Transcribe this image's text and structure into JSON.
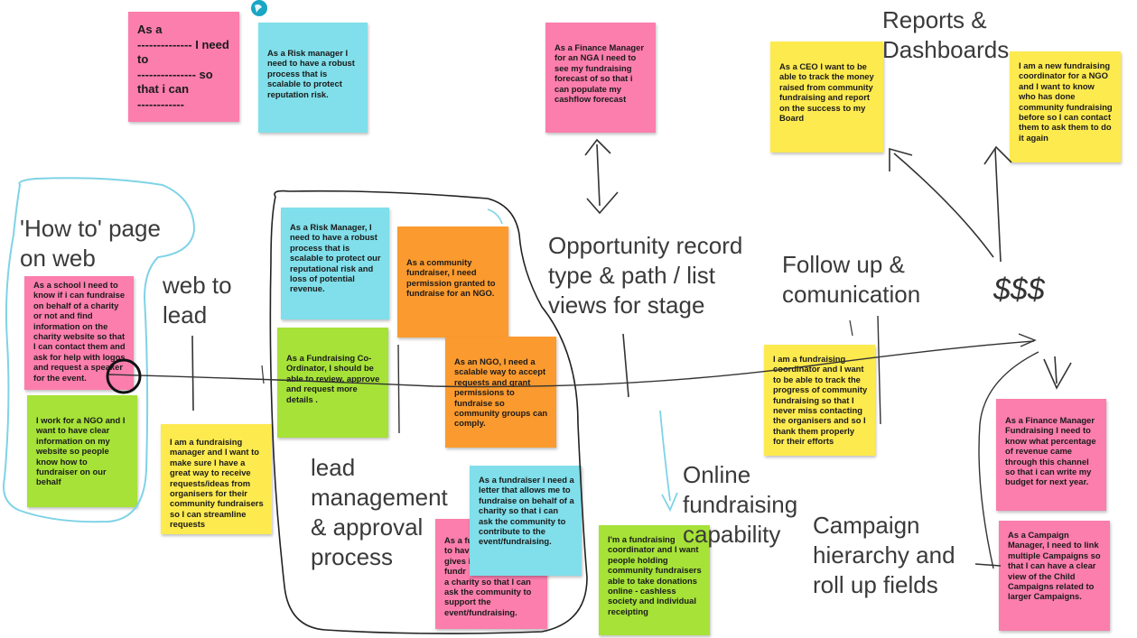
{
  "board": {
    "notes": [
      {
        "id": "template",
        "text": "As a\n-------------- I need to\n--------------- so that i can\n------------"
      },
      {
        "id": "risk-manager-top",
        "text": "As a Risk manager I need to have a robust process that is scalable to protect reputation risk."
      },
      {
        "id": "finance-manager-nga",
        "text": "As a Finance Manager for an NGA I need to see my fundraising forecast of so that i can populate my cashflow forecast"
      },
      {
        "id": "ceo",
        "text": "As a CEO I want to be able to track the money raised from community fundraising and report on the success to my Board"
      },
      {
        "id": "new-coordinator",
        "text": "I am a new fundraising coordinator for a NGO and I want to know who has done community fundraising before so I can contact them to ask them to do it again"
      },
      {
        "id": "school",
        "text": "As a school I need to know if i can fundraise on behalf of a charity or not and find information on the charity website so that I can contact them and ask for help with logos and request a speaker for the event."
      },
      {
        "id": "ngo-worker",
        "text": "I work for a NGO and I want to have clear information on my website so people know how to fundraiser on our behalf"
      },
      {
        "id": "fundraising-manager",
        "text": "I am a fundraising manager and I want to make sure I have a great way to receive requests/ideas from organisers for their community fundraisers so I can streamline requests"
      },
      {
        "id": "risk-manager-lead",
        "text": "As a Risk Manager, I need to have a robust process that is scalable to protect our reputational risk and loss of potential revenue."
      },
      {
        "id": "community-fundraiser",
        "text": "As a community fundraiser, I need permission granted to fundraise for an NGO."
      },
      {
        "id": "fundraising-coordinator-review",
        "text": "As a Fundraising Co-Ordinator, I should be able to review, approve and request more details ."
      },
      {
        "id": "ngo-scalable",
        "text": "As an NGO, I need a scalable way to accept requests and grant permissions to fundraise so community groups can comply."
      },
      {
        "id": "fundraiser-letter",
        "text": "As a fundraiser I need a letter that allows me to fundraise on behalf of a charity so that i can ask the community to contribute to the event/fundraising."
      },
      {
        "id": "fundraiser-behind",
        "text": "As a fu\nto hav\ngives i\nfundr\na charity so that I can ask the community to support the event/fundraising."
      },
      {
        "id": "online-coordinator",
        "text": "I'm a fundraising coordinator and I want people holding community fundraisers able to take donations online - cashless society and individual receipting"
      },
      {
        "id": "track-progress",
        "text": "I am a fundraising coordinator and I want to be able to track the progress of community fundraising so that I never miss contacting the organisers and so I thank them properly for their efforts"
      },
      {
        "id": "finance-manager-fundraising",
        "text": "As a Finance Manager Fundraising I need to know what percentage of revenue came through this channel so that i can write my budget for next year."
      },
      {
        "id": "campaign-manager",
        "text": "As a Campaign Manager, I need to link multiple Campaigns so that I can have a clear view of the Child Campaigns related to larger Campaigns."
      }
    ],
    "labels": [
      {
        "id": "reports-dashboards",
        "text": "Reports &\nDashboards"
      },
      {
        "id": "how-to-page",
        "text": "'How to' page\non web"
      },
      {
        "id": "web-to-lead",
        "text": "web to\nlead"
      },
      {
        "id": "opportunity-record",
        "text": "Opportunity record\ntype & path / list\nviews for stage"
      },
      {
        "id": "follow-up",
        "text": "Follow up &\ncomunication"
      },
      {
        "id": "lead-management",
        "text": "lead\nmanagement\n& approval\nprocess"
      },
      {
        "id": "online-fundraising",
        "text": "Online\nfundraising\ncapability"
      },
      {
        "id": "campaign-hierarchy",
        "text": "Campaign\nhierarchy and\nroll up fields"
      },
      {
        "id": "dollars",
        "text": "$$$"
      }
    ]
  },
  "colors": {
    "pink": "#fb7eac",
    "cyan": "#80dfea",
    "yellow": "#fdea4f",
    "orange": "#fb9a2e",
    "green": "#a6e238",
    "ink": "#333333",
    "cyan_ink": "#7fd3e6"
  },
  "icons": {
    "marker": "map-pin-icon",
    "cursor": "circle-cursor-icon"
  }
}
